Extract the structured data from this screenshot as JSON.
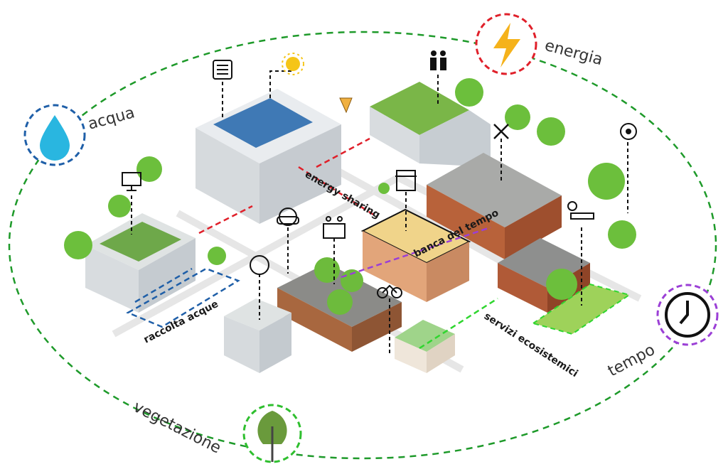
{
  "cycle": {
    "nodes": [
      {
        "label": "acqua",
        "icon": "water-drop-icon",
        "color": "#1f5fa8"
      },
      {
        "label": "energia",
        "icon": "lightning-icon",
        "color": "#e0202a"
      },
      {
        "label": "tempo",
        "icon": "clock-icon",
        "color": "#9b3fd6"
      },
      {
        "label": "vegetazione",
        "icon": "tree-icon",
        "color": "#2fbf2f"
      }
    ],
    "ring_color": "#1e9a2a"
  },
  "zones": [
    {
      "label": "energy sharing",
      "color": "#e0202a"
    },
    {
      "label": "banca del tempo",
      "color": "#9b3fd6"
    },
    {
      "label": "raccolta acque",
      "color": "#1f5fa8"
    },
    {
      "label": "servizi ecosistemici",
      "color": "#2fd62f"
    }
  ]
}
